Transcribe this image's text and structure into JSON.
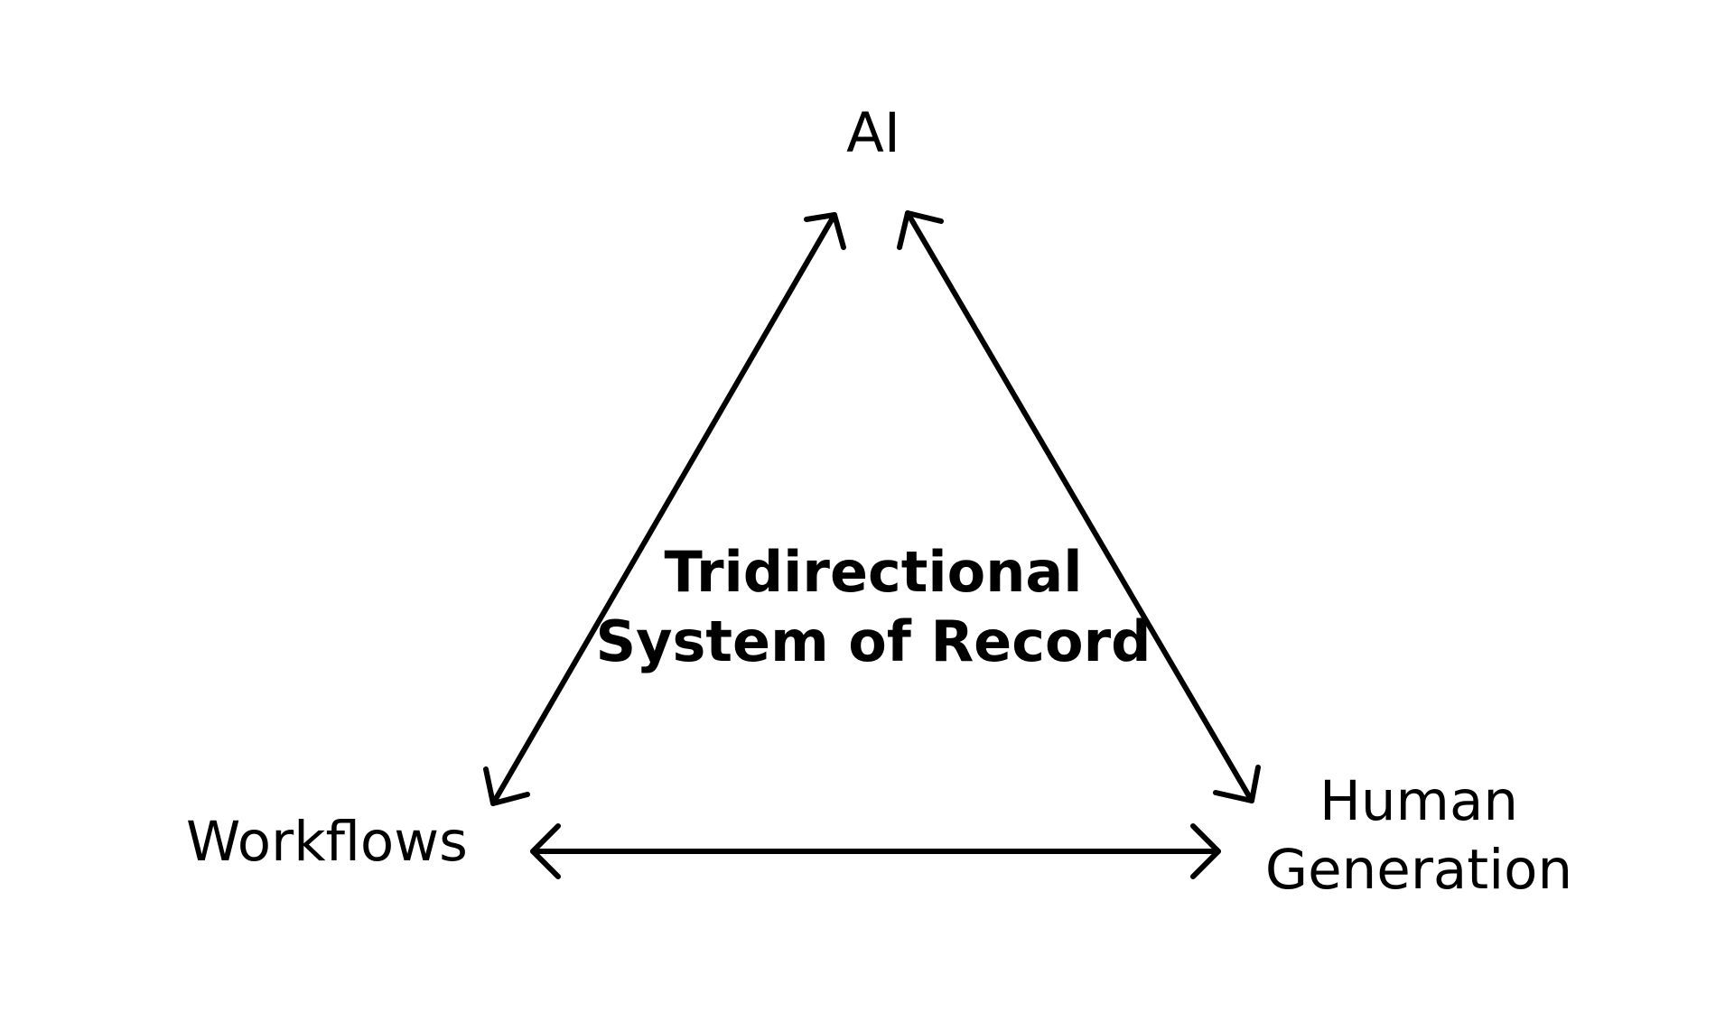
{
  "nodes": {
    "top": {
      "label": "AI"
    },
    "left": {
      "label": "Workflows"
    },
    "right": {
      "label_line1": "Human",
      "label_line2": "Generation"
    }
  },
  "center": {
    "line1": "Tridirectional",
    "line2": "System of Record"
  },
  "edges": [
    {
      "from": "left",
      "to": "top",
      "direction": "bidirectional"
    },
    {
      "from": "top",
      "to": "right",
      "direction": "bidirectional"
    },
    {
      "from": "left",
      "to": "right",
      "direction": "bidirectional"
    }
  ],
  "colors": {
    "line": "#000000",
    "text": "#000000",
    "background": "#ffffff"
  }
}
